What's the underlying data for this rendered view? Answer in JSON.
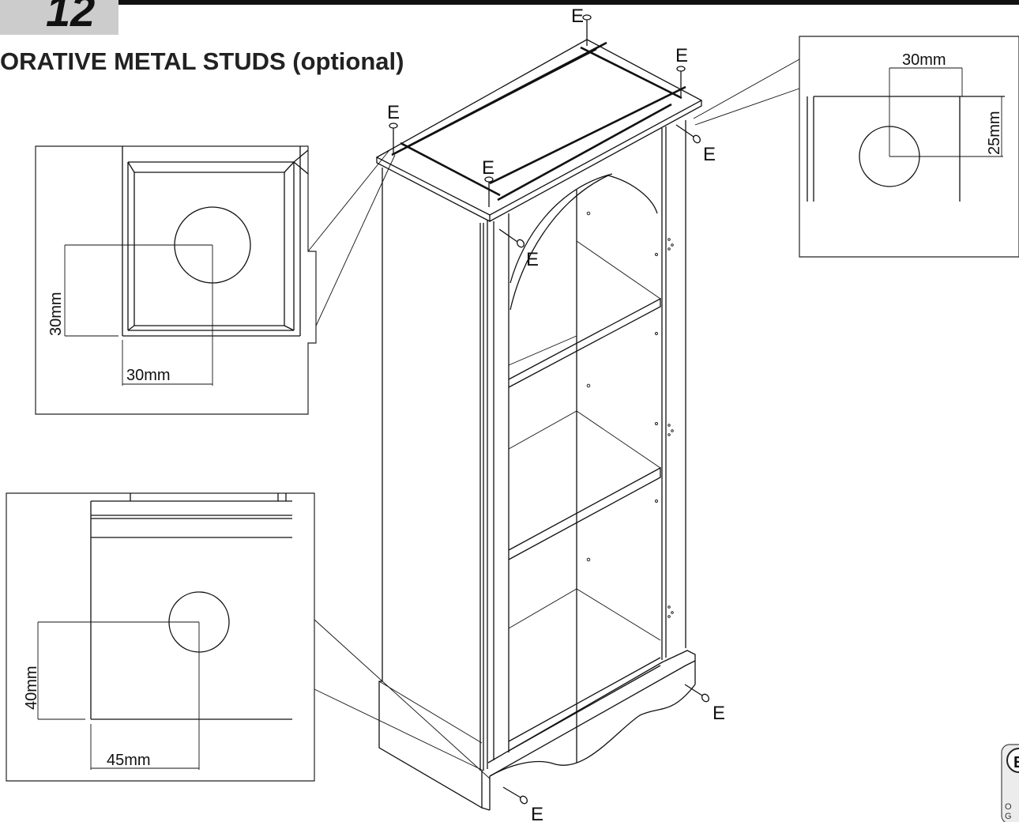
{
  "header": {
    "step_number": "12",
    "title": "ORATIVE METAL STUDS (optional)"
  },
  "stud_label": "E",
  "details": {
    "left_top": {
      "horizontal": "30mm",
      "vertical": "30mm"
    },
    "right_top": {
      "horizontal": "30mm",
      "vertical": "25mm"
    },
    "left_bottom": {
      "horizontal": "45mm",
      "vertical": "40mm"
    }
  },
  "corner_fragment": {
    "symbol": "E",
    "line1": "O",
    "line2": "G"
  }
}
